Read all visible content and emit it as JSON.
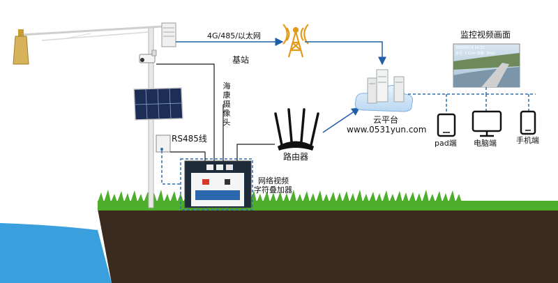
{
  "labels": {
    "link_type": "4G/485/以太网",
    "base_station": "基站",
    "camera": "海康摄像头",
    "rs485": "RS485线",
    "router": "路由器",
    "overlay_device_line1": "网络视频",
    "overlay_device_line2": "字符叠加器",
    "cloud_platform": "云平台",
    "website": "www.0531yun.com",
    "monitor_screen": "监控视频画面",
    "pad": "pad端",
    "pc": "电脑端",
    "phone": "手机端"
  },
  "screen_overlay": {
    "line1": "2020/9/14  14:32",
    "line2": "水位: 1.02m  流量: 3m/s"
  },
  "colors": {
    "line": "#1f5fa8",
    "dashed": "#2f6db3",
    "water": "#3aa0dd",
    "soil": "#3b2b1f",
    "grass": "#4cae2a",
    "tower": "#e39a1a"
  }
}
